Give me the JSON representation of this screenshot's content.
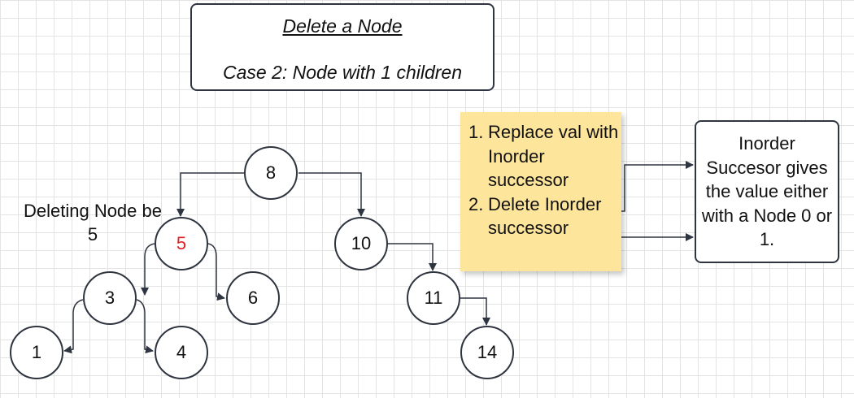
{
  "title": {
    "main": "Delete a Node",
    "sub": "Case 2: Node with 1 children"
  },
  "tree": {
    "nodes": {
      "n8": "8",
      "n5": "5",
      "n10": "10",
      "n3": "3",
      "n6": "6",
      "n11": "11",
      "n1": "1",
      "n4": "4",
      "n14": "14"
    },
    "highlight_color": "#e02020"
  },
  "note": {
    "line1": "Deleting Node be",
    "line2": "5"
  },
  "steps": [
    {
      "num": "1.",
      "text": "Replace val with Inorder successor"
    },
    {
      "num": "2.",
      "text": "Delete Inorder successor"
    }
  ],
  "info": {
    "text": "Inorder Succesor gives the value either with a Node 0 or 1."
  },
  "colors": {
    "sticky_note": "#fde59b",
    "stroke": "#2f3540",
    "grid": "#e4e4e4"
  }
}
